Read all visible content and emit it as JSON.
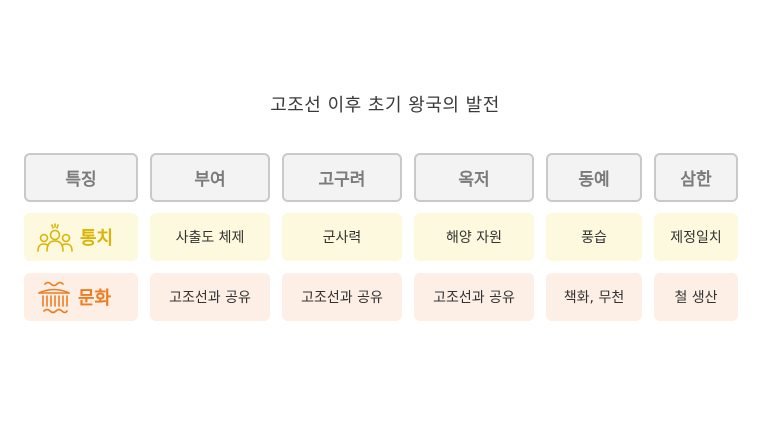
{
  "title": "고조선 이후 초기 왕국의 발전",
  "header": [
    "특징",
    "부여",
    "고구려",
    "옥저",
    "동예",
    "삼한"
  ],
  "rows": [
    {
      "label": "통치",
      "icon": "people-icon",
      "color": "#d9b508",
      "cells": [
        "사출도 체제",
        "군사력",
        "해양 자원",
        "풍습",
        "제정일치"
      ]
    },
    {
      "label": "문화",
      "icon": "heritage-icon",
      "color": "#ec7d22",
      "cells": [
        "고조선과 공유",
        "고조선과 공유",
        "고조선과 공유",
        "책화, 무천",
        "철 생산"
      ]
    }
  ],
  "colors": {
    "header_bg": "#f3f3f3",
    "header_border": "#c9c9c9",
    "row1_bg": "#fdf9de",
    "row2_bg": "#fdefe5"
  }
}
